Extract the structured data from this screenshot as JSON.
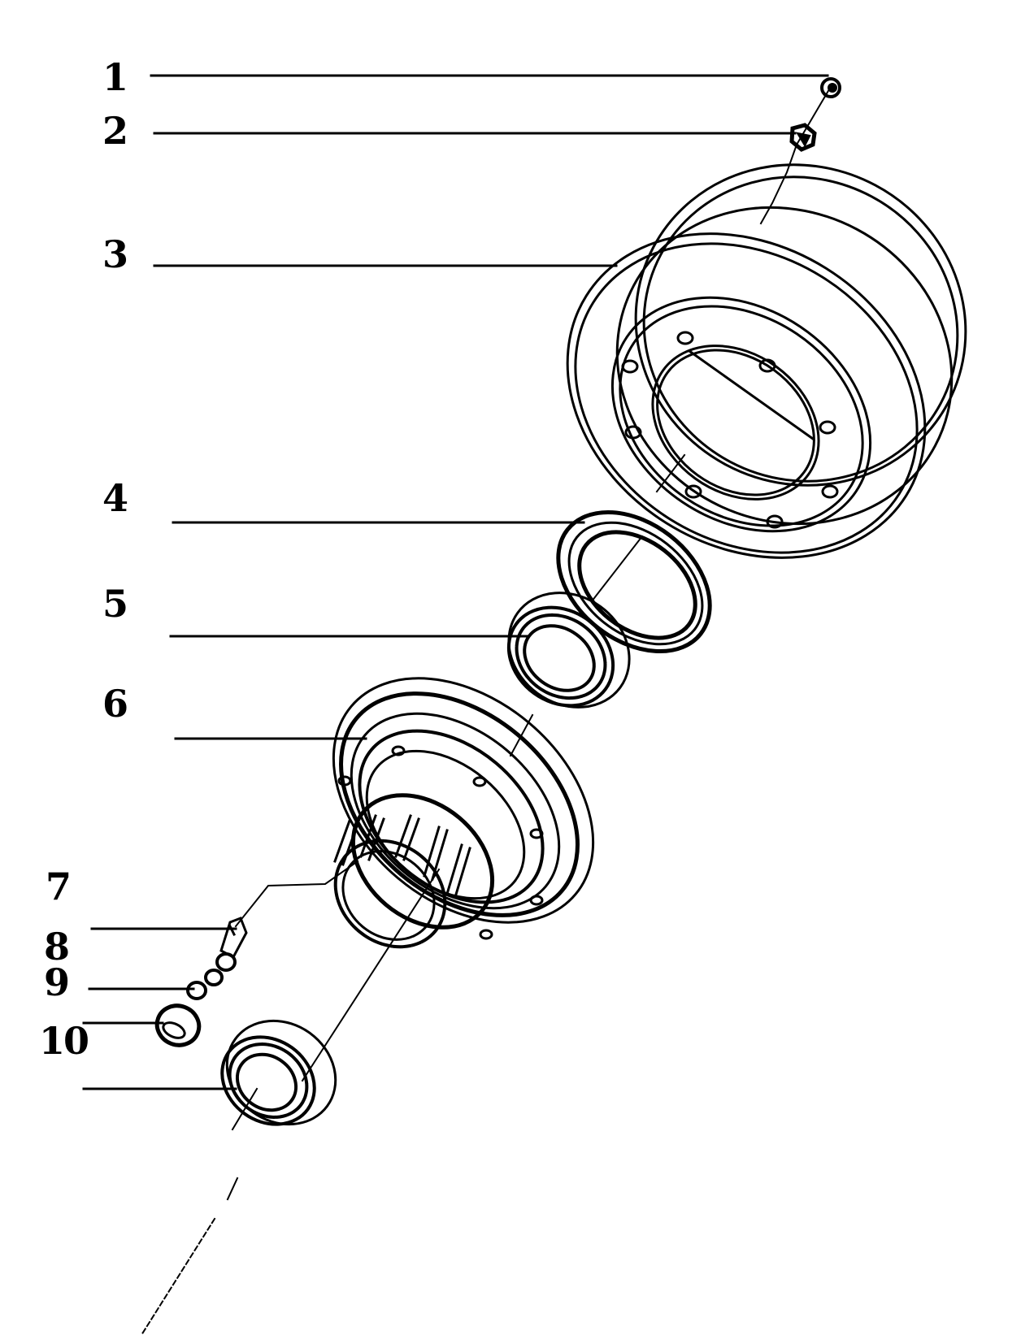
{
  "diagram": {
    "type": "exploded-parts-view",
    "subject": "brake drum and wheel hub assembly",
    "line_color": "#000000",
    "background": "#ffffff",
    "callouts": [
      {
        "number": "1",
        "part": "small nut"
      },
      {
        "number": "2",
        "part": "hex nut"
      },
      {
        "number": "3",
        "part": "brake drum"
      },
      {
        "number": "4",
        "part": "oil seal"
      },
      {
        "number": "5",
        "part": "inner bearing"
      },
      {
        "number": "6",
        "part": "wheel hub"
      },
      {
        "number": "7",
        "part": "wheel stud bolt"
      },
      {
        "number": "8",
        "part": "washer"
      },
      {
        "number": "9",
        "part": "wheel nut"
      },
      {
        "number": "10",
        "part": "outer bearing"
      }
    ]
  }
}
